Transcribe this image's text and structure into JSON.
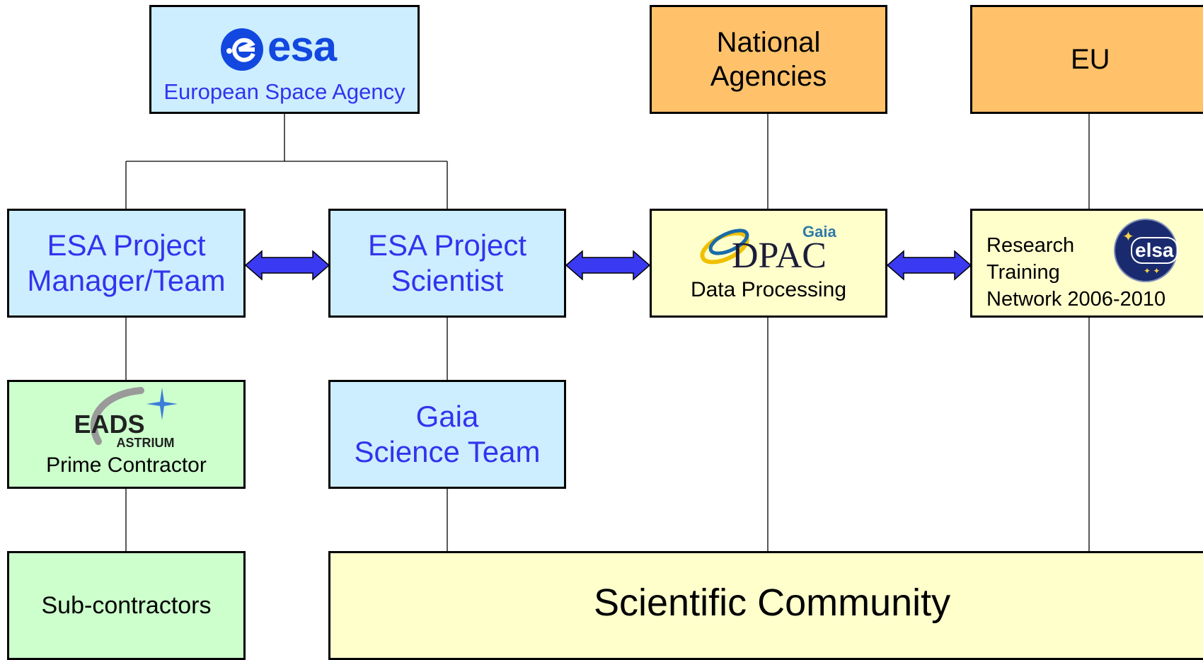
{
  "nodes": {
    "esa": {
      "logo_text": "esa",
      "label": "European Space Agency"
    },
    "national": {
      "line1": "National",
      "line2": "Agencies"
    },
    "eu": {
      "label": "EU"
    },
    "pm": {
      "line1": "ESA Project",
      "line2": "Manager/Team"
    },
    "ps": {
      "line1": "ESA Project",
      "line2": "Scientist"
    },
    "dpac": {
      "logo_small": "Gaia",
      "logo_text": "DPAC",
      "label": "Data Processing"
    },
    "elsa": {
      "line1": "Research",
      "line2": "Training",
      "line3": "Network 2006-2010",
      "logo_text": "elsa"
    },
    "eads": {
      "logo_text": "EADS",
      "logo_sub": "ASTRIUM",
      "label": "Prime Contractor"
    },
    "gst": {
      "line1": "Gaia",
      "line2": "Science Team"
    },
    "sub": {
      "label": "Sub-contractors"
    },
    "sci": {
      "label": "Scientific Community"
    }
  },
  "colors": {
    "esa_box": "#cceeff",
    "agency_box": "#ffc26b",
    "contractor_box": "#ccffcc",
    "community_box": "#ffffcc",
    "title_text": "#3333ee",
    "arrow_fill": "#3a3af2",
    "esa_logo": "#1248e0",
    "dpac_swirl_blue": "#1a6aa8",
    "dpac_swirl_yellow": "#f0c000",
    "elsa_logo": "#1a2a6e",
    "eads_swoosh": "#9a9a9a",
    "astrium_star": "#3b7dd8"
  },
  "icons": [
    "esa-logo-icon",
    "dpac-logo-icon",
    "elsa-logo-icon",
    "eads-astrium-logo-icon",
    "double-arrow-icon"
  ]
}
